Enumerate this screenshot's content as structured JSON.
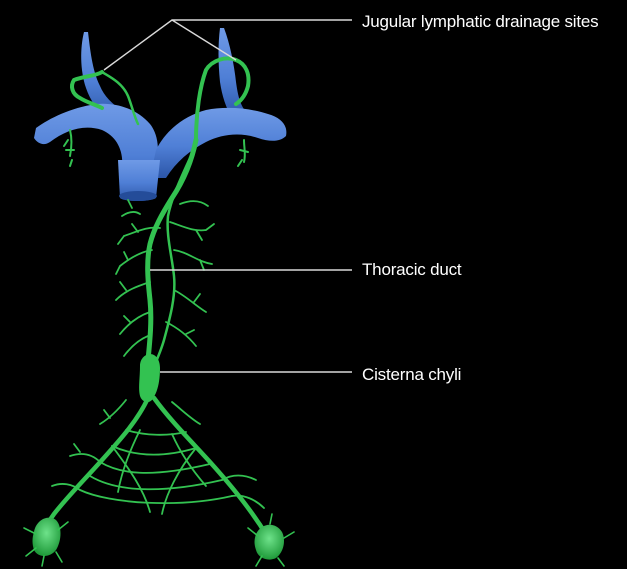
{
  "labels": {
    "jugular": "Jugular lymphatic drainage sites",
    "thoracic": "Thoracic duct",
    "cisterna": "Cisterna chyli"
  },
  "colors": {
    "background": "#000000",
    "vein_blue": "#4f7fd6",
    "vein_blue_dark": "#2f5bb0",
    "lymph_green": "#33c251",
    "lymph_green_dark": "#1f9a3a",
    "leader_line": "#d9d9d9",
    "label_text": "#ffffff"
  }
}
